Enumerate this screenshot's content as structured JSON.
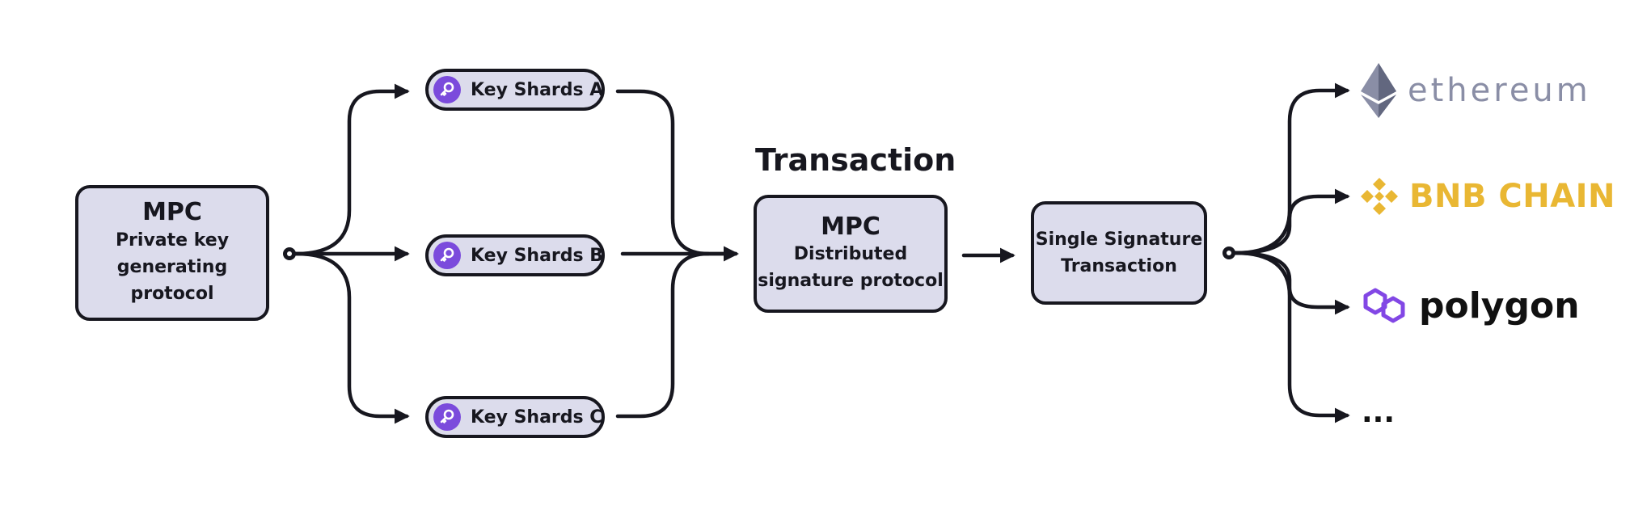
{
  "colors": {
    "box_fill": "#dcdcec",
    "stroke": "#17171f",
    "key_badge": "#7b4bdc",
    "ethereum": "#8a8ea6",
    "bnb": "#e9b733",
    "polygon": "#8247e5"
  },
  "mpc_generate": {
    "title": "MPC",
    "subtitle_lines": [
      "Private key",
      "generating",
      "protocol"
    ]
  },
  "key_shards": [
    {
      "label": "Key Shards A",
      "icon": "key-icon"
    },
    {
      "label": "Key Shards B",
      "icon": "key-icon"
    },
    {
      "label": "Key Shards C",
      "icon": "key-icon"
    }
  ],
  "transaction": {
    "heading": "Transaction",
    "title": "MPC",
    "subtitle_lines": [
      "Distributed",
      "signature protocol"
    ]
  },
  "single_signature": {
    "lines": [
      "Single Signature",
      "Transaction"
    ]
  },
  "chains": [
    {
      "name": "ethereum",
      "icon": "ethereum-diamond-icon"
    },
    {
      "name": "BNB CHAIN",
      "icon": "bnb-logo-icon"
    },
    {
      "name": "polygon",
      "icon": "polygon-logo-icon"
    },
    {
      "name": "..."
    }
  ]
}
